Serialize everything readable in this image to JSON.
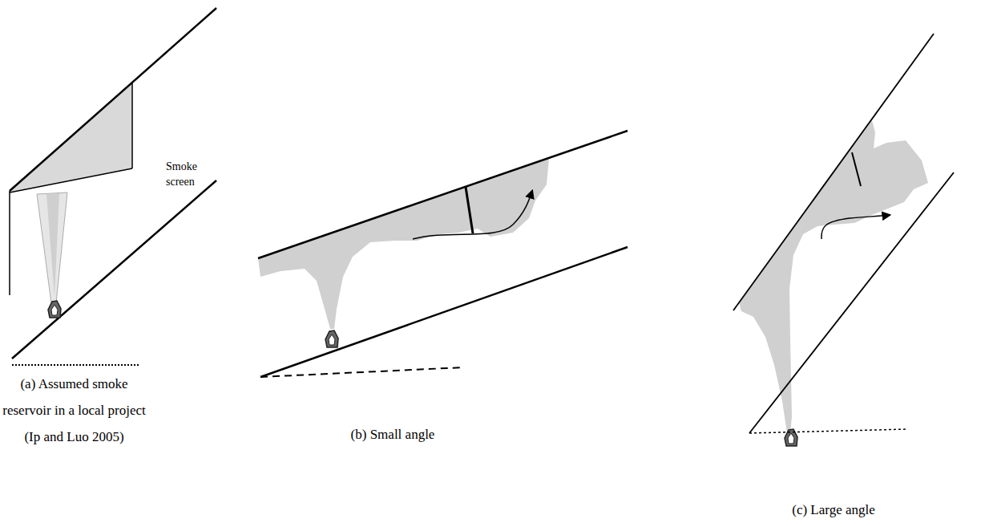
{
  "diagram": {
    "labels": [
      "Smoke screen",
      "(a) Assumed smoke reservoir in a local project (Ip and Luo 2005)",
      "(b) Small angle",
      "(c) Large angle"
    ]
  }
}
